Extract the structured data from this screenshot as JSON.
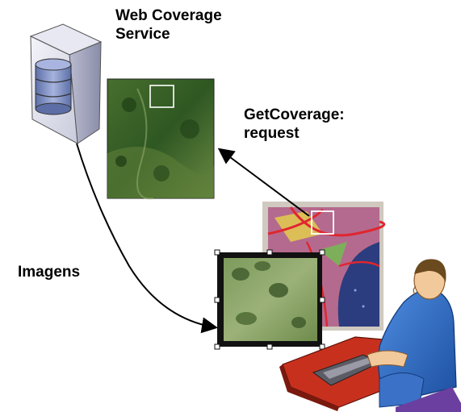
{
  "labels": {
    "service_line1": "Web Coverage",
    "service_line2": "Service",
    "request_line1": "GetCoverage:",
    "request_line2": "request",
    "response": "Imagens"
  },
  "colors": {
    "server_body": "#d9dae8",
    "disk": "#7f8fc0",
    "forest": "#3e6a2a",
    "map_road": "#e0262f",
    "map_water": "#2b3d7e",
    "frame": "#111111",
    "user_shirt": "#2f6fc8",
    "desk": "#c8301e"
  },
  "icons": [
    "server-icon",
    "satellite-image-icon",
    "map-icon",
    "user-at-desk-icon"
  ]
}
